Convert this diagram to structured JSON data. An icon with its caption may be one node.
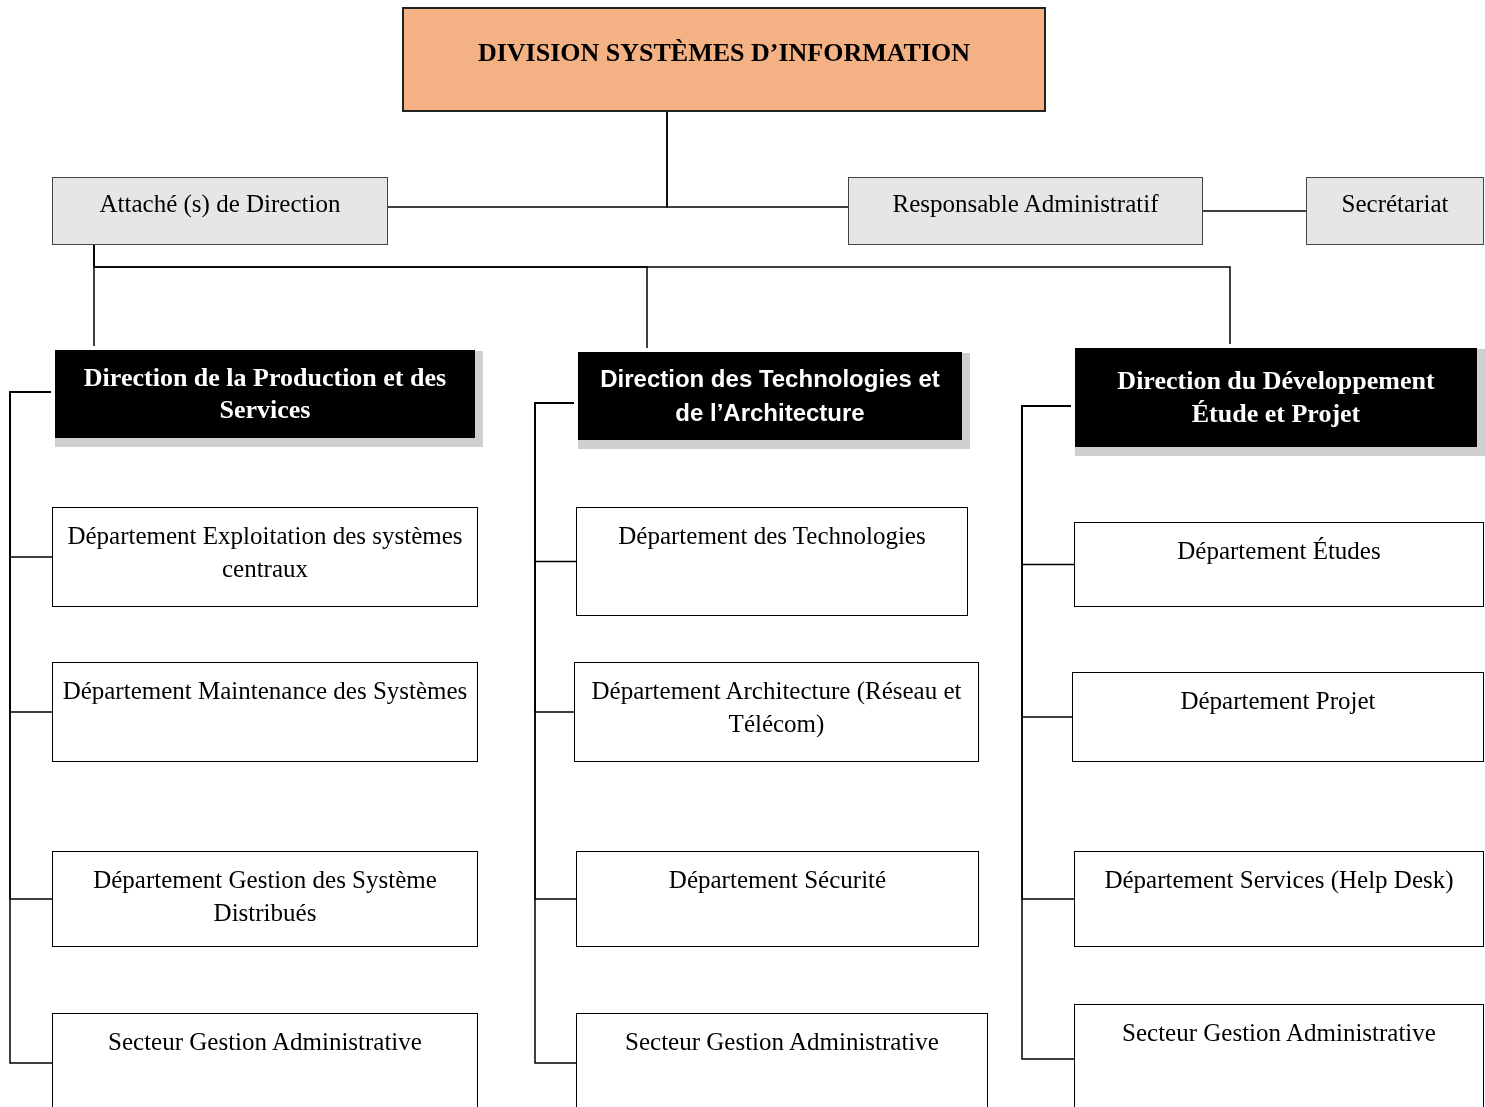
{
  "diagram": {
    "nodes": [
      {
        "text": [
          "DIVISION SYSTÈMES D’INFORMATION"
        ]
      },
      {
        "text": [
          "Attaché (s) de Direction"
        ]
      },
      {
        "text": [
          "Responsable Administratif"
        ]
      },
      {
        "text": [
          "Secrétariat"
        ]
      },
      {
        "text": [
          "Direction de la Production et des Services"
        ]
      },
      {
        "text": [
          "Direction des Technologies et de l’Architecture"
        ]
      },
      {
        "text": [
          "Direction du Développement Étude et Projet"
        ]
      },
      {
        "text": [
          "Département Exploitation des systèmes centraux"
        ]
      },
      {
        "text": [
          "Département Maintenance des Systèmes"
        ]
      },
      {
        "text": [
          "Département Gestion des Système Distribués"
        ]
      },
      {
        "text": [
          "Secteur Gestion Administrative"
        ]
      },
      {
        "text": [
          "Département des Technologies"
        ]
      },
      {
        "text": [
          "Département Architecture (Réseau et Télécom)"
        ]
      },
      {
        "text": [
          "Département Sécurité"
        ]
      },
      {
        "text": [
          "Secteur Gestion Administrative"
        ]
      },
      {
        "text": [
          "Département Études"
        ]
      },
      {
        "text": [
          "Département Projet"
        ]
      },
      {
        "text": [
          "Département Services (Help Desk)"
        ]
      },
      {
        "text": [
          "Secteur Gestion Administrative"
        ]
      }
    ],
    "edges": [
      {
        "from": 0,
        "to": 1,
        "arrow": "none"
      },
      {
        "from": 0,
        "to": 2,
        "arrow": "none"
      },
      {
        "from": 2,
        "to": 3,
        "arrow": "none"
      },
      {
        "from": 1,
        "to": 4,
        "arrow": "none"
      },
      {
        "from": 1,
        "to": 5,
        "arrow": "none"
      },
      {
        "from": 1,
        "to": 6,
        "arrow": "none"
      },
      {
        "from": 4,
        "to": 7,
        "arrow": "none"
      },
      {
        "from": 4,
        "to": 8,
        "arrow": "none"
      },
      {
        "from": 4,
        "to": 9,
        "arrow": "none"
      },
      {
        "from": 4,
        "to": 10,
        "arrow": "none"
      },
      {
        "from": 5,
        "to": 11,
        "arrow": "none"
      },
      {
        "from": 5,
        "to": 12,
        "arrow": "none"
      },
      {
        "from": 5,
        "to": 13,
        "arrow": "none"
      },
      {
        "from": 5,
        "to": 14,
        "arrow": "none"
      },
      {
        "from": 6,
        "to": 15,
        "arrow": "none"
      },
      {
        "from": 6,
        "to": 16,
        "arrow": "none"
      },
      {
        "from": 6,
        "to": 17,
        "arrow": "none"
      },
      {
        "from": 6,
        "to": 18,
        "arrow": "none"
      }
    ]
  }
}
